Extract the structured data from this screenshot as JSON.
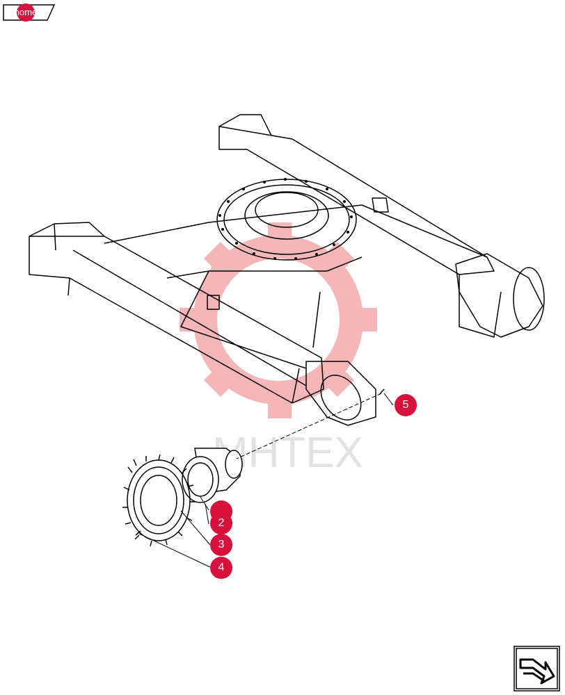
{
  "home": {
    "label": "home"
  },
  "watermark": {
    "text": "МНТЕХ"
  },
  "callouts": [
    {
      "label": ""
    },
    {
      "label": "2"
    },
    {
      "label": "3"
    },
    {
      "label": "4"
    },
    {
      "label": "5"
    }
  ],
  "colors": {
    "accent": "#d8113c",
    "line": "#000000",
    "watermark": "#f4b6b6"
  },
  "icons": {
    "home": "home-tab-icon",
    "nav": "back-arrow-icon"
  }
}
